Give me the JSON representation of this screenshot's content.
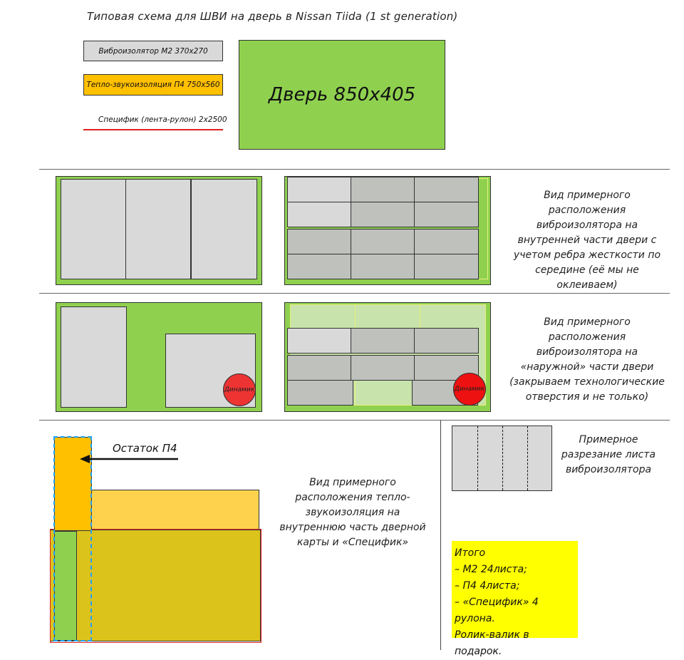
{
  "title": "Типовая схема для ШВИ на дверь в Nissan Tiida (1 st generation)",
  "legend": {
    "m2": "Виброизолятор М2 370х270",
    "p4": "Тепло-звукоизоляция П4 750х560",
    "specific": "Специфик (лента-рулон) 2х2500"
  },
  "door_label": "Дверь 850х405",
  "captions": {
    "inner": "Вид примерного расположения виброизолятора на внутренней части двери с учетом ребра жесткости по середине (её мы не оклеиваем)",
    "outer": "Вид примерного расположения виброизолятора на «наружной» части двери (закрываем технологические отверстия и не только)",
    "card": "Вид примерного расположения тепло-звукоизоляция на внутреннюю часть дверной карты и «Специфик»",
    "cutting": "Примерное разрезание листа виброизолятора"
  },
  "speaker_label": "Динамик",
  "remainder_label": "Остаток П4",
  "summary": {
    "title": "Итого",
    "lines": [
      "– М2 24листа;",
      "– П4 4листа;",
      "– «Специфик» 4 рулона.",
      "Ролик-валик в подарок."
    ]
  },
  "colors": {
    "door_green": "#8fd14f",
    "sheet_gray": "#d9d9d9",
    "p4_orange": "#ffc000",
    "specific_red": "#e02020",
    "speaker_red": "#ee3333",
    "summary_yellow": "#ffff00",
    "card_olive": "#dcc31c",
    "card_yellow": "#ffd24d"
  }
}
